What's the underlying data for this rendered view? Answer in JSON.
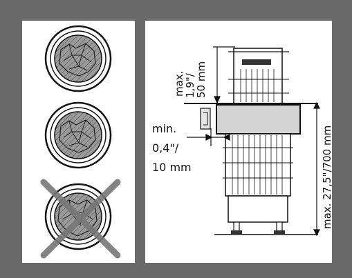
{
  "colors": {
    "frame": "#6a6a6a",
    "panel": "#ffffff",
    "line": "#111111",
    "stone": "#8e8e8e",
    "heater_band": "#d4d4d4"
  },
  "icons": {
    "correct_fill": "stone-bowl-icon",
    "wrong_fill": "cross-out-icon"
  },
  "stone_panels": [
    {
      "status": "correct"
    },
    {
      "status": "correct"
    },
    {
      "status": "incorrect"
    }
  ],
  "dimensions": {
    "top_clearance": {
      "line1": "max.",
      "line2": "1,9\"/",
      "line3": "50 mm"
    },
    "side_gap": {
      "line1": "min.",
      "line2": "0,4\"/",
      "line3": "10 mm"
    },
    "height": "max. 27,5\"/700 mm"
  }
}
